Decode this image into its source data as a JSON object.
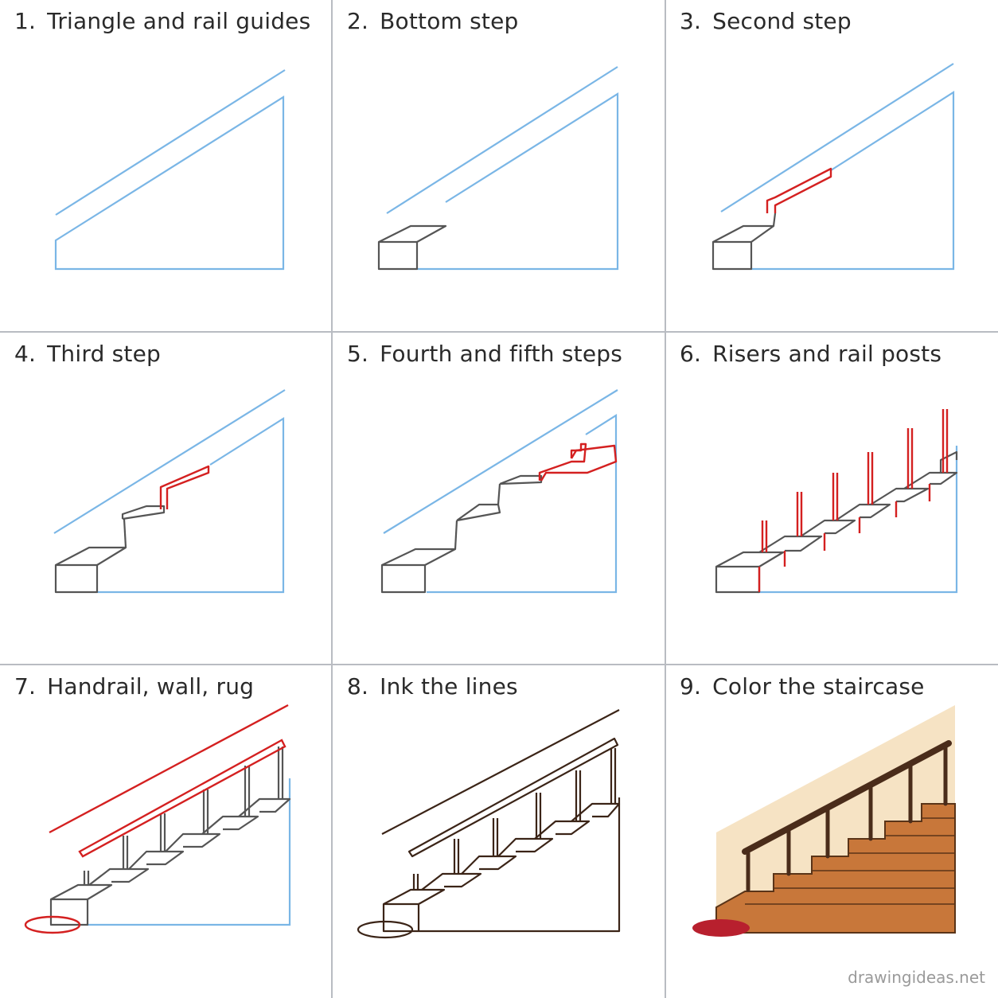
{
  "steps": [
    {
      "number": "1.",
      "title": "Triangle and rail guides"
    },
    {
      "number": "2.",
      "title": "Bottom step"
    },
    {
      "number": "3.",
      "title": "Second step"
    },
    {
      "number": "4.",
      "title": "Third step"
    },
    {
      "number": "5.",
      "title": "Fourth and fifth steps"
    },
    {
      "number": "6.",
      "title": "Risers and rail posts"
    },
    {
      "number": "7.",
      "title": "Handrail, wall, rug"
    },
    {
      "number": "8.",
      "title": "Ink the lines"
    },
    {
      "number": "9.",
      "title": "Color the staircase"
    }
  ],
  "watermark": "drawingideas.net",
  "colors": {
    "guide_blue": "#7ab6e6",
    "pencil_gray": "#555555",
    "highlight_red": "#d42020",
    "ink_brown": "#3b2417",
    "wood": "#c8773a",
    "wall": "#f6e3c4",
    "rug": "#b8202e"
  }
}
